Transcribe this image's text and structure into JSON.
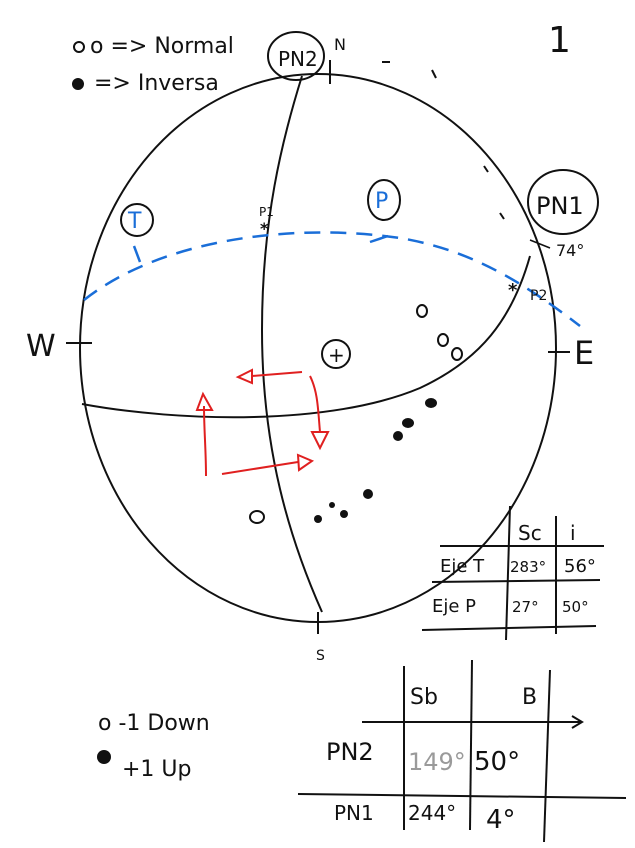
{
  "page_number": "1",
  "legend_top": {
    "normal": "o => Normal",
    "inverse": "=> Inversa"
  },
  "compass": {
    "north": "N",
    "south": "S",
    "east": "E",
    "west": "W"
  },
  "labels": {
    "pn2": "PN2",
    "pn1": "PN1",
    "t_axis": "T",
    "p_axis": "P",
    "p1": "P1",
    "p2": "P2",
    "plus": "+",
    "pn1_angle": "74°"
  },
  "table_axes": {
    "headers": [
      "",
      "Sc",
      "i"
    ],
    "rows": [
      [
        "Eje T",
        "283°",
        "56°"
      ],
      [
        "Eje P",
        "27°",
        "50°"
      ]
    ]
  },
  "table_planes": {
    "headers": [
      "",
      "Sb",
      "B"
    ],
    "rows": [
      [
        "PN2",
        "149°",
        "50°"
      ],
      [
        "PN1",
        "244°",
        "4°"
      ]
    ]
  },
  "legend_bottom": {
    "down": "o -1 Down",
    "up": "+1 Up"
  },
  "colors": {
    "ink": "#111111",
    "blue": "#1a6ed8",
    "red": "#e02020",
    "grey": "#9a9a9a"
  }
}
